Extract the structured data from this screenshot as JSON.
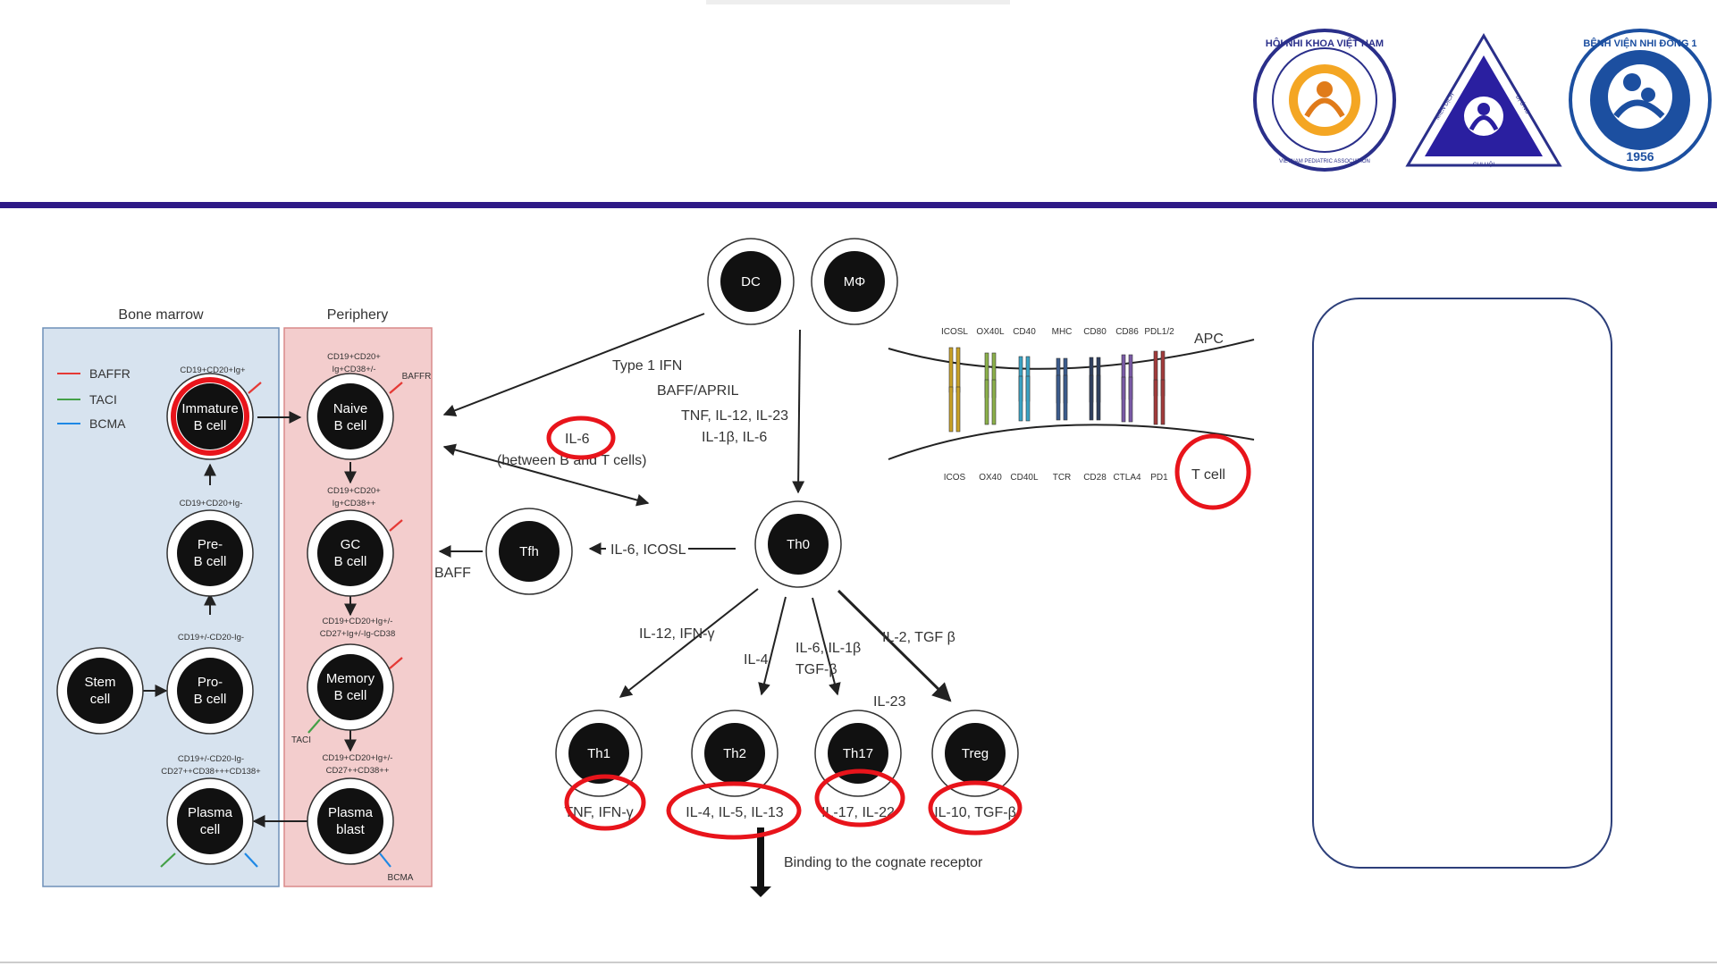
{
  "header": {
    "logos": [
      {
        "icon": "vietnam-pediatric-association-logo",
        "text_outer": "HỘI NHI KHOA VIỆT NAM",
        "text_inner": "VIETNAM PEDIATRIC ASSOCIATION"
      },
      {
        "icon": "immunology-branch-triangle-logo",
        "text_left": "MIỄN DỊCH",
        "text_right": "DỊ ỨNG",
        "text_bottom": "CHI HỘI"
      },
      {
        "icon": "children-hospital-1-logo",
        "text_outer": "BỆNH VIỆN NHI ĐỒNG 1",
        "year": "1956"
      }
    ],
    "rule_color": "#2e1a87"
  },
  "bcell_panel": {
    "bone_marrow_title": "Bone marrow",
    "periphery_title": "Periphery",
    "legend": [
      {
        "label": "BAFFR",
        "color": "#e53935"
      },
      {
        "label": "TACI",
        "color": "#43a047"
      },
      {
        "label": "BCMA",
        "color": "#1e88e5"
      }
    ],
    "cells": {
      "stem": [
        "Stem",
        "cell"
      ],
      "pro_b": [
        "Pro-",
        "B cell"
      ],
      "pre_b": [
        "Pre-",
        "B cell"
      ],
      "immature_b": [
        "Immature",
        "B cell"
      ],
      "naive_b": [
        "Naive",
        "B cell"
      ],
      "gc_b": [
        "GC",
        "B cell"
      ],
      "memory_b": [
        "Memory",
        "B cell"
      ],
      "plasmablast": [
        "Plasma",
        "blast"
      ],
      "plasma_cell": [
        "Plasma",
        "cell"
      ]
    },
    "markers": {
      "immature": "CD19+CD20+Ig+",
      "pre_b": "CD19+CD20+Ig-",
      "pro_b": "CD19+/-CD20-Ig-",
      "plasma_cell": [
        "CD19+/-CD20-Ig-",
        "CD27++CD38+++CD138+"
      ],
      "naive": [
        "CD19+CD20+",
        "Ig+CD38+/-"
      ],
      "gc": [
        "CD19+CD20+",
        "Ig+CD38++"
      ],
      "memory": [
        "CD19+CD20+Ig+/-",
        "CD27+Ig+/-Ig-CD38"
      ],
      "plasmablast": [
        "CD19+CD20+Ig+/-",
        "CD27++CD38++"
      ]
    },
    "receptor_labels": {
      "baffr": "BAFFR",
      "taci": "TACI",
      "bcma": "BCMA"
    }
  },
  "tcell_panel": {
    "apc_cells": [
      "DC",
      "MΦ"
    ],
    "th0": "Th0",
    "tfh": "Tfh",
    "subsets": [
      "Th1",
      "Th2",
      "Th17",
      "Treg"
    ],
    "labels": {
      "type1_ifn": "Type 1 IFN",
      "baff_april": "BAFF/APRIL",
      "tnf_line1": "TNF, IL-12, IL-23",
      "tnf_line2": "IL-1β, IL-6",
      "il6": "IL-6",
      "between": "(between B and T cells)",
      "baff": "BAFF",
      "il6_icosl": "IL-6, ICOSL",
      "th1_drive": "IL-12, IFN-γ",
      "th2_drive": "IL-4",
      "th17_drive_1": "IL-6, IL-1β",
      "th17_drive_2": "TGF-β",
      "il23": "IL-23",
      "treg_drive": "IL-2, TGF β",
      "binding": "Binding to the cognate receptor"
    },
    "outputs": [
      "TNF, IFN-γ",
      "IL-4, IL-5, IL-13",
      "IL-17, IL-22",
      "IL-10, TGF-β"
    ]
  },
  "synapse": {
    "apc_label": "APC",
    "tcell_label": "T cell",
    "top_labels": [
      "ICOSL",
      "OX40L",
      "CD40",
      "MHC",
      "CD80",
      "CD86",
      "PDL1/2"
    ],
    "bottom_labels": [
      "ICOS",
      "OX40",
      "CD40L",
      "TCR",
      "CD28",
      "CTLA4",
      "PD1"
    ],
    "colors": [
      "#c9a227",
      "#8bb04a",
      "#3aa3c4",
      "#3b5b8c",
      "#2f3f5f",
      "#7a5aa6",
      "#a23b3b"
    ]
  },
  "highlight_color": "#e8141b"
}
